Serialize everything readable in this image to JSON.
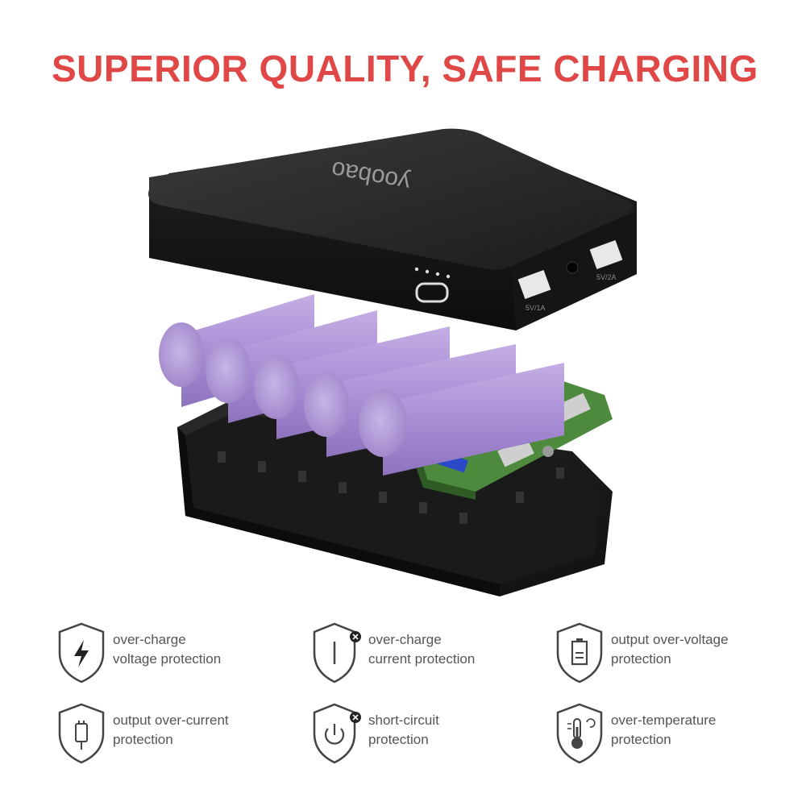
{
  "headline": "SUPERIOR QUALITY, SAFE CHARGING",
  "colors": {
    "headline": "#e04848",
    "icon_stroke": "#444444",
    "text": "#555555",
    "cell_purple": "#b39ad8",
    "pcb_green": "#4e8a3e"
  },
  "product": {
    "brand": "yoobao",
    "port_labels": [
      "5V/1A",
      "5V/2A"
    ]
  },
  "features": [
    {
      "line1": "over-charge",
      "line2": "voltage protection",
      "icon": "shield-bolt-icon"
    },
    {
      "line1": "over-charge",
      "line2": "current protection",
      "icon": "shield-current-icon"
    },
    {
      "line1": "output over-voltage",
      "line2": "protection",
      "icon": "shield-battery-icon"
    },
    {
      "line1": "output over-current",
      "line2": "protection",
      "icon": "shield-plug-icon"
    },
    {
      "line1": "short-circuit",
      "line2": "protection",
      "icon": "shield-power-icon"
    },
    {
      "line1": "over-temperature",
      "line2": "protection",
      "icon": "shield-thermometer-icon"
    }
  ]
}
